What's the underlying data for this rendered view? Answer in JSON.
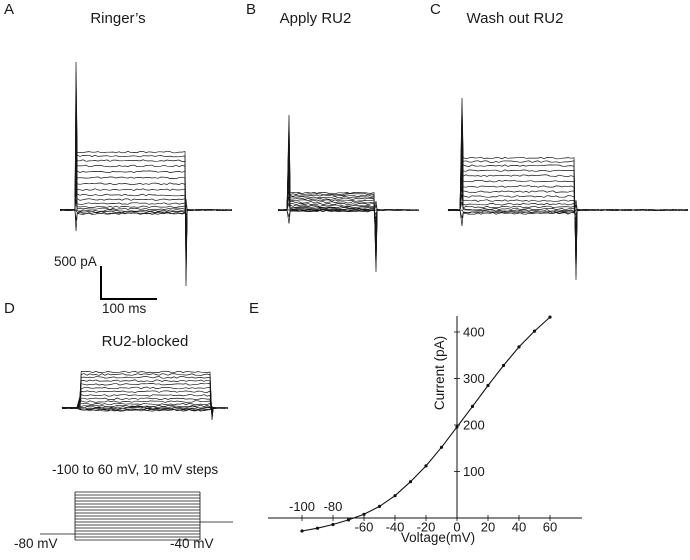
{
  "figure": {
    "panels": {
      "a": {
        "letter": "A",
        "title": "Ringer’s"
      },
      "b": {
        "letter": "B",
        "title": "Apply RU2"
      },
      "c": {
        "letter": "C",
        "title": "Wash out RU2"
      },
      "d": {
        "letter": "D",
        "title": "RU2-blocked"
      },
      "e": {
        "letter": "E"
      }
    },
    "scale_bar": {
      "current_label": "500 pA",
      "time_label": "100 ms"
    },
    "protocol": {
      "description": "-100 to 60 mV, 10 mV steps",
      "holding_label": "-80 mV",
      "tail_label": "-40 mV"
    }
  },
  "chart_data": {
    "type": "scatter",
    "title": "",
    "xlabel": "Voltage(mV)",
    "ylabel": "Current (pA)",
    "x_ticks_below_axis": [
      -60,
      -40,
      -20,
      0,
      20,
      40,
      60
    ],
    "x_ticks_above_axis": [
      -100,
      -80
    ],
    "y_ticks": [
      100,
      200,
      300,
      400
    ],
    "x": [
      -100,
      -90,
      -80,
      -70,
      -60,
      -50,
      -40,
      -30,
      -20,
      -10,
      0,
      10,
      20,
      30,
      40,
      50,
      60
    ],
    "y": [
      -28,
      -22,
      -14,
      -4,
      8,
      25,
      48,
      78,
      112,
      152,
      196,
      240,
      285,
      328,
      368,
      402,
      432
    ],
    "xlim": [
      -120,
      80
    ],
    "ylim": [
      -40,
      440
    ],
    "grid": false,
    "legend": "none",
    "marker": "dot"
  },
  "traces": {
    "n_steps": 17,
    "step_mV": 10,
    "range_mV": [
      -100,
      60
    ],
    "holding_mV": -80,
    "tail_mV": -40
  }
}
